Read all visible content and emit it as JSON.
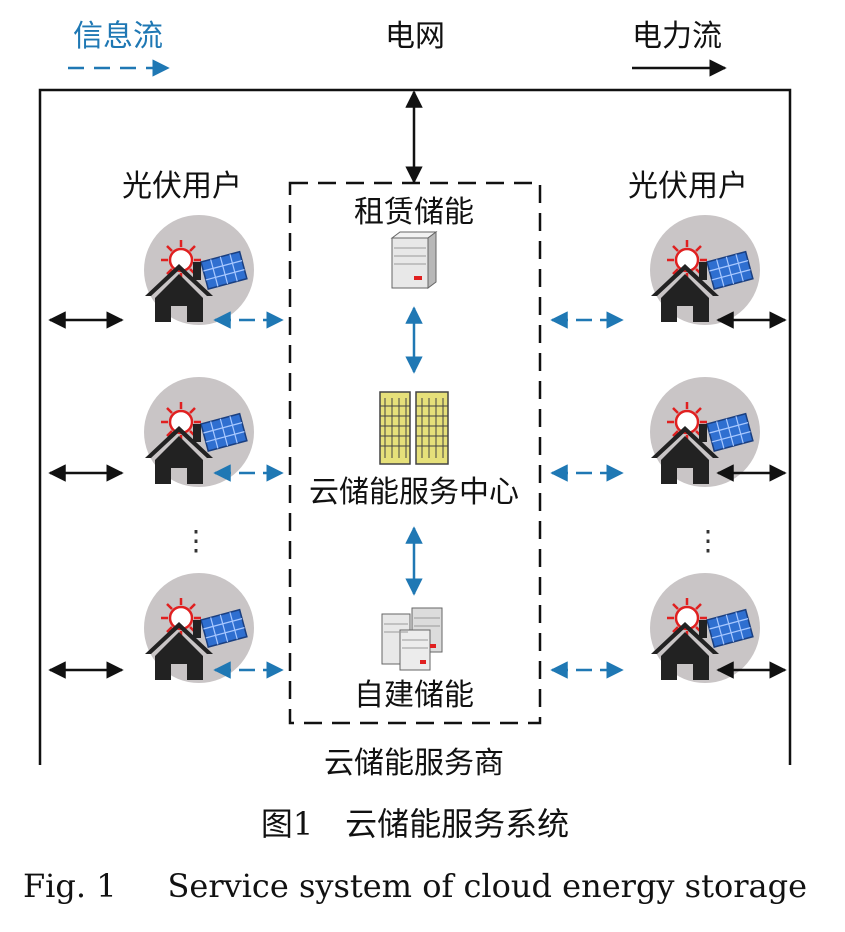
{
  "legend": {
    "info_flow_label": "信息流",
    "grid_label": "电网",
    "power_flow_label": "电力流"
  },
  "users": {
    "left_title": "光伏用户",
    "right_title": "光伏用户",
    "ellipsis": "⋮"
  },
  "provider": {
    "rental_storage_label": "租赁储能",
    "service_center_label": "云储能服务中心",
    "own_storage_label": "自建储能",
    "provider_label": "云储能服务商"
  },
  "caption": {
    "cn": "图1　云储能服务系统",
    "en": "Fig. 1     Service system of cloud energy storage"
  },
  "colors": {
    "info_flow": "#1f78b4",
    "power_flow": "#111111",
    "house": "#222222",
    "disc": "#c9c5c6",
    "sun": "#e02020",
    "panel": "#2f6fd0",
    "building": "#e6e07a"
  },
  "icons": [
    "house-icon",
    "sun-icon",
    "solar-panel-icon",
    "server-icon",
    "building-icon",
    "server-cluster-icon"
  ]
}
